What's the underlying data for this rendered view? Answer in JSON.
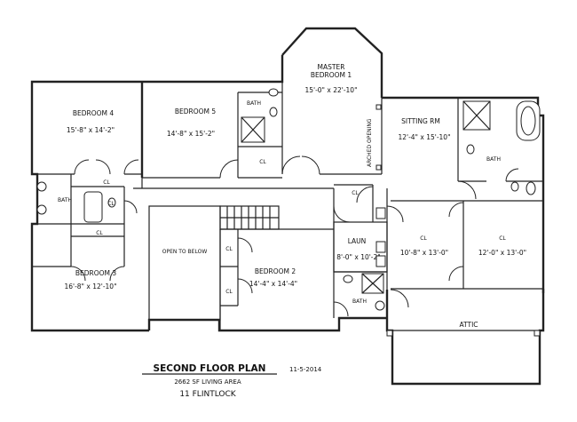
{
  "rooms": {
    "master": {
      "name": "MASTER BEDROOM 1",
      "dims": "15'-0\" x 22'-10\""
    },
    "sitting": {
      "name": "SITTING RM",
      "dims": "12'-4\" x 15'-10\""
    },
    "bed4": {
      "name": "BEDROOM 4",
      "dims": "15'-8\" x 14'-2\""
    },
    "bed5": {
      "name": "BEDROOM 5",
      "dims": "14'-8\" x 15'-2\""
    },
    "bed3": {
      "name": "BEDROOM 3",
      "dims": "16'-8\" x 12'-10\""
    },
    "bed2": {
      "name": "BEDROOM 2",
      "dims": "14'-4\" x 14'-4\""
    },
    "laun": {
      "name": "LAUN",
      "dims": "8'-0\" x 10'-2\""
    },
    "cl_right1": {
      "name": "CL",
      "dims": "10'-8\" x 13'-0\""
    },
    "cl_right2": {
      "name": "CL",
      "dims": "12'-0\" x 13'-0\""
    },
    "open": "OPEN TO BELOW",
    "attic": "ATTIC",
    "arched": "ARCHED OPENING",
    "bath": "BATH",
    "cl": "CL"
  },
  "title": {
    "main": "SECOND FLOOR PLAN",
    "date": "11-5-2014",
    "area": "2662 SF LIVING AREA",
    "name": "11 FLINTLOCK"
  }
}
